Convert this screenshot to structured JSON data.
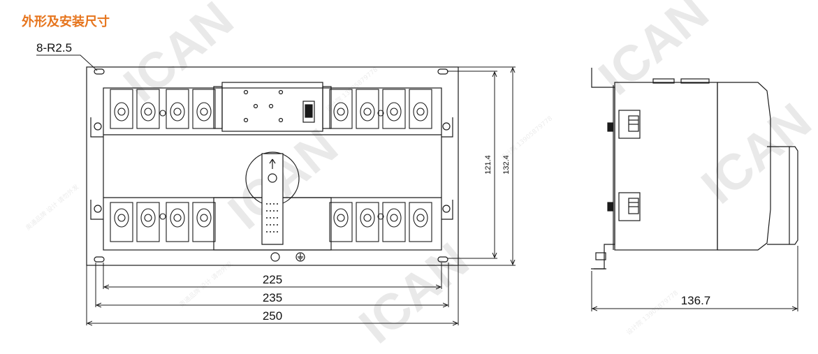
{
  "title": "外形及安装尺寸",
  "colors": {
    "title": "#e6741c",
    "line": "#1a1a1a",
    "watermark": "#e9e9e9"
  },
  "front_view": {
    "hole_label": "8-R2.5",
    "dim_225": "225",
    "dim_235": "235",
    "dim_250": "250",
    "dim_121_4": "121.4",
    "dim_132_4": "132.4",
    "handle_arrow_icon": "up-arrow-icon",
    "ground_icon": "ground-symbol-icon"
  },
  "side_view": {
    "dim_depth": "136.7"
  },
  "watermark": {
    "brand": "ICAN",
    "line1": "设计院 13905879778",
    "line2": "奥通品牌 设计 请勿外发"
  }
}
